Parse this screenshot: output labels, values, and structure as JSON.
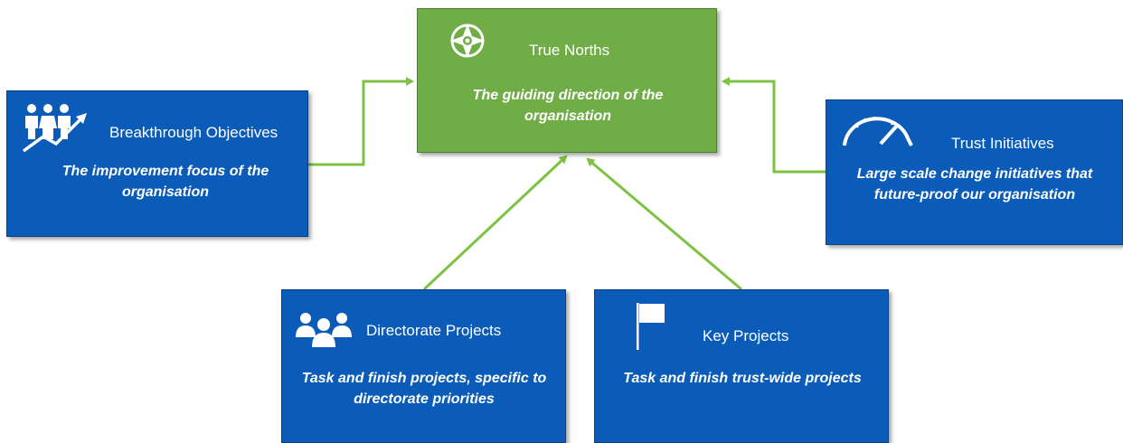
{
  "center": {
    "title": "True Norths",
    "description": "The guiding direction of the organisation",
    "icon": "compass-icon"
  },
  "nodes": {
    "breakthrough": {
      "title": "Breakthrough Objectives",
      "description": "The improvement focus of the organisation",
      "icon": "people-growth-icon"
    },
    "trust": {
      "title": "Trust Initiatives",
      "description": "Large scale change initiatives that future-proof our organisation",
      "icon": "gauge-icon"
    },
    "directorate": {
      "title": "Directorate Projects",
      "description": "Task and finish projects, specific to directorate priorities",
      "icon": "team-icon"
    },
    "key": {
      "title": "Key Projects",
      "description": "Task and finish trust-wide projects",
      "icon": "flag-icon"
    }
  },
  "colors": {
    "blue_box": "#0a5cb8",
    "green_box": "#70ad47",
    "connector": "#7dc242",
    "text": "#ffffff"
  }
}
